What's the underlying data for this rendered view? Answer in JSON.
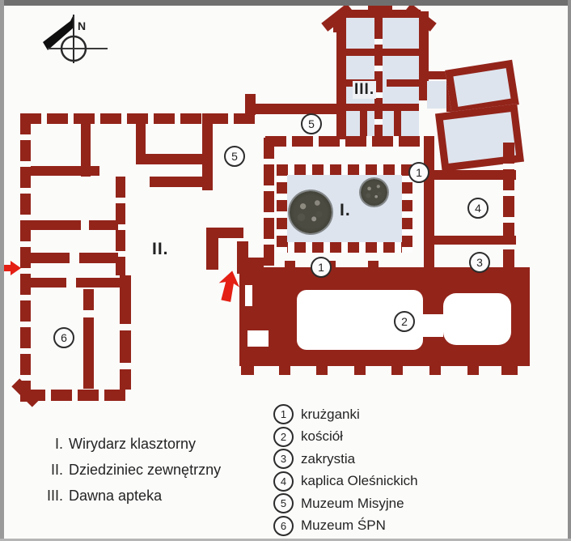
{
  "compass": {
    "north_label": "N"
  },
  "plan": {
    "area_labels": {
      "wirydarz": "I.",
      "dziedziniec": "II.",
      "apteka": "III."
    },
    "badges": {
      "cloister_right": "1",
      "cloister_bottom": "1",
      "church": "2",
      "sacristy": "3",
      "chapel": "4",
      "museum_missionary_corridor": "5",
      "museum_missionary_left": "5",
      "museum_spn": "6"
    }
  },
  "legend_roman": {
    "items": [
      {
        "numeral": "I.",
        "label": "Wirydarz klasztorny"
      },
      {
        "numeral": "II.",
        "label": "Dziedziniec zewnętrzny"
      },
      {
        "numeral": "III.",
        "label": "Dawna apteka"
      }
    ]
  },
  "legend_numbered": {
    "items": [
      {
        "number": "1",
        "label": "krużganki"
      },
      {
        "number": "2",
        "label": "kościół"
      },
      {
        "number": "3",
        "label": "zakrystia"
      },
      {
        "number": "4",
        "label": "kaplica Oleśnickich"
      },
      {
        "number": "5",
        "label": "Muzeum Misyjne"
      },
      {
        "number": "6",
        "label": "Muzeum ŚPN"
      }
    ]
  },
  "colors": {
    "wall": "#93241a",
    "entrance_arrow": "#e41f13",
    "room_fill": "#dde4ee"
  }
}
